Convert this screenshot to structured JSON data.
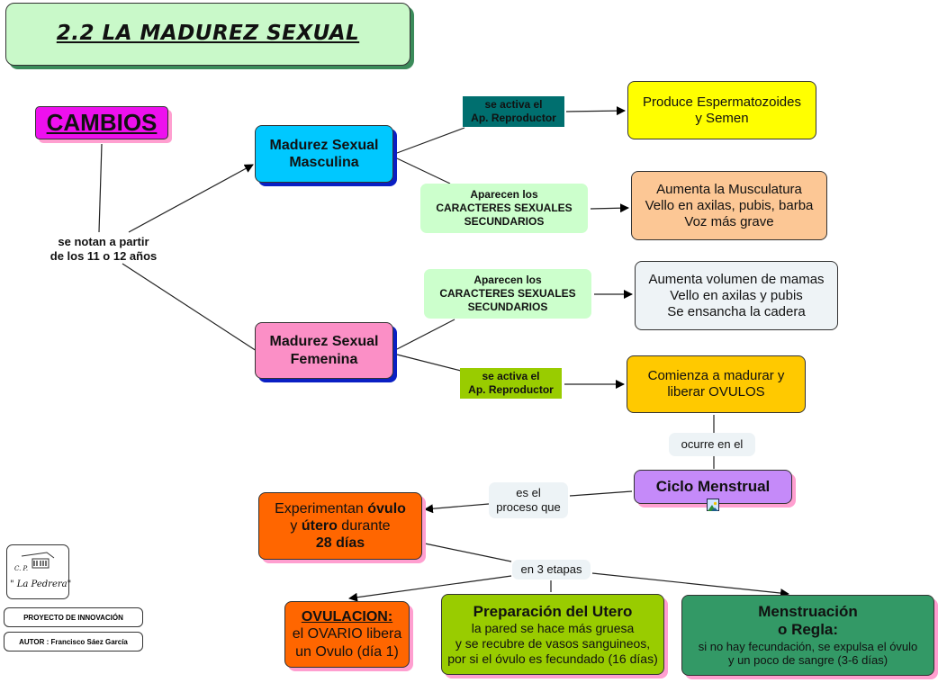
{
  "title": "2.2 LA MADUREZ SEXUAL",
  "nodes": {
    "cambios": "CAMBIOS",
    "masculina": [
      "Madurez Sexual",
      "Masculina"
    ],
    "femenina": [
      "Madurez Sexual",
      "Femenina"
    ],
    "semen": [
      "Produce Espermatozoides",
      "y Semen"
    ],
    "musculatura": [
      "Aumenta la Musculatura",
      "Vello en axilas, pubis, barba",
      "Voz más grave"
    ],
    "mamas": [
      "Aumenta volumen de mamas",
      "Vello en axilas y pubis",
      "Se ensancha la cadera"
    ],
    "ovulos": [
      "Comienza a madurar y",
      "liberar OVULOS"
    ],
    "ciclo": "Ciclo Menstrual",
    "experimentan": {
      "line1_a": "Experimentan ",
      "line1_b": "óvulo",
      "line2_a": "y ",
      "line2_b": "útero",
      "line2_c": " durante",
      "line3": "28 días"
    },
    "ovulacion": {
      "heading": "OVULACION:",
      "lines": [
        "el OVARIO libera",
        "un Ovulo (día 1)"
      ]
    },
    "utero": {
      "heading": "Preparación del Utero",
      "lines": [
        "la pared se hace más gruesa",
        "y se recubre de vasos sanguineos,",
        "por si el óvulo es fecundado (16 días)"
      ]
    },
    "regla": {
      "heading": [
        "Menstruación",
        "o Regla:"
      ],
      "lines": [
        "si no hay fecundación, se expulsa el óvulo",
        "y un poco de sangre (3-6 días)"
      ]
    }
  },
  "link_labels": {
    "notan": [
      "se notan a partir",
      "de los 11 o 12 años"
    ],
    "activa_m": [
      "se activa el",
      "Ap. Reproductor"
    ],
    "caracteres_m": [
      "Aparecen los",
      "CARACTERES SEXUALES",
      "SECUNDARIOS"
    ],
    "caracteres_f": [
      "Aparecen los",
      "CARACTERES SEXUALES",
      "SECUNDARIOS"
    ],
    "activa_f": [
      "se activa el",
      "Ap. Reproductor"
    ],
    "ocurre": "ocurre en el",
    "proceso": [
      "es el",
      "proceso que"
    ],
    "etapas": "en 3 etapas"
  },
  "logo": {
    "line1": "C. P.",
    "line2": "\" La Pedrera\""
  },
  "footer": {
    "project": "PROYECTO DE INNOVACIÓN",
    "author": "AUTOR : Francisco Sáez García"
  },
  "icons": {
    "ciclo_attachment": "image-icon"
  }
}
